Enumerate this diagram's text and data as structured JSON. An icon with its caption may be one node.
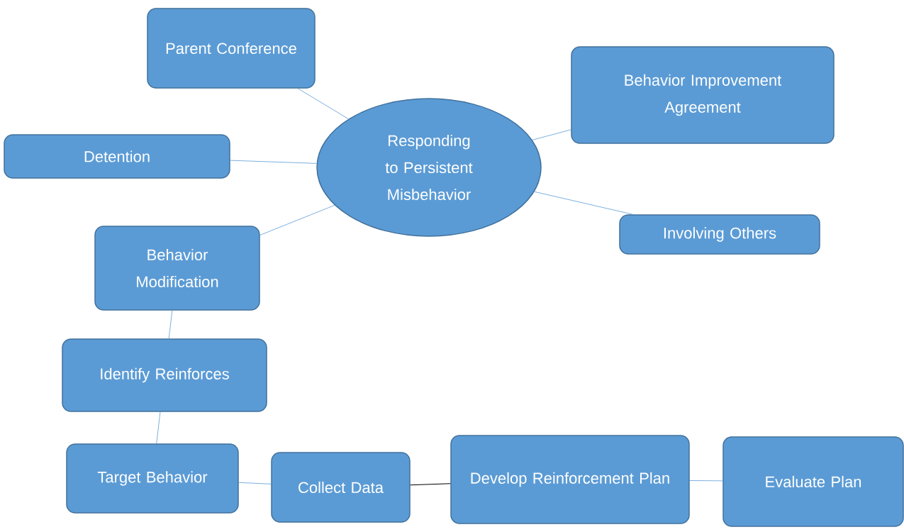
{
  "diagram": {
    "nodes": [
      {
        "text": [
          "Responding to Persistent Misbehavior"
        ]
      },
      {
        "text": [
          "Parent Conference"
        ]
      },
      {
        "text": [
          "Behavior Improvement Agreement"
        ]
      },
      {
        "text": [
          "Detention"
        ]
      },
      {
        "text": [
          "Involving Others"
        ]
      },
      {
        "text": [
          "Behavior Modification"
        ]
      },
      {
        "text": [
          "Identify Reinforces"
        ]
      },
      {
        "text": [
          "Target Behavior"
        ]
      },
      {
        "text": [
          "Collect Data"
        ]
      },
      {
        "text": [
          "Develop Reinforcement Plan"
        ]
      },
      {
        "text": [
          "Evaluate Plan"
        ]
      }
    ],
    "edges": [
      {
        "from": 0,
        "to": 1,
        "arrow": "none"
      },
      {
        "from": 0,
        "to": 2,
        "arrow": "none"
      },
      {
        "from": 0,
        "to": 3,
        "arrow": "none"
      },
      {
        "from": 0,
        "to": 4,
        "arrow": "none"
      },
      {
        "from": 0,
        "to": 5,
        "arrow": "none"
      },
      {
        "from": 5,
        "to": 6,
        "arrow": "none"
      },
      {
        "from": 6,
        "to": 7,
        "arrow": "none"
      },
      {
        "from": 7,
        "to": 8,
        "arrow": "none"
      },
      {
        "from": 8,
        "to": 9,
        "arrow": "none",
        "color": "#000000"
      },
      {
        "from": 9,
        "to": 10,
        "arrow": "none"
      }
    ]
  }
}
